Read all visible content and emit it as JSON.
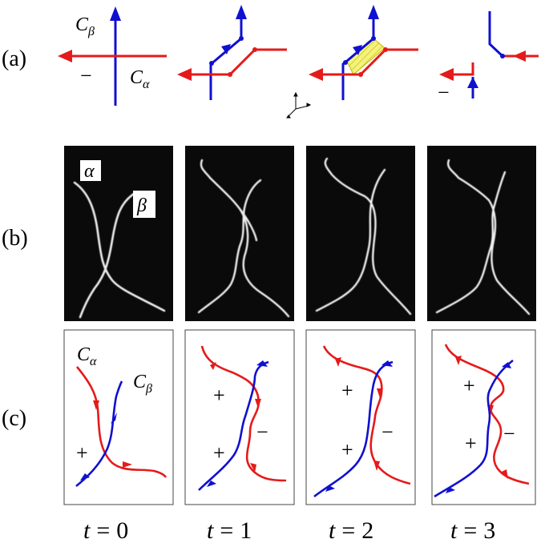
{
  "row_labels": [
    "(a)",
    "(b)",
    "(c)"
  ],
  "curves": {
    "alpha": "C",
    "alpha_sub": "α",
    "beta": "C",
    "beta_sub": "β"
  },
  "image_labels": {
    "alpha": "α",
    "beta": "β"
  },
  "signs": {
    "plus": "+",
    "minus": "−"
  },
  "time_labels": [
    {
      "t": "t",
      "eq": "=",
      "value": "0"
    },
    {
      "t": "t",
      "eq": "=",
      "value": "1"
    },
    {
      "t": "t",
      "eq": "=",
      "value": "2"
    },
    {
      "t": "t",
      "eq": "=",
      "value": "3"
    }
  ],
  "colors": {
    "alpha": "#e51a1a",
    "beta": "#1010d0",
    "highlight": "#f3f27a",
    "image_bg": "#0a0a0a",
    "fiber": "#f2f2f2"
  }
}
